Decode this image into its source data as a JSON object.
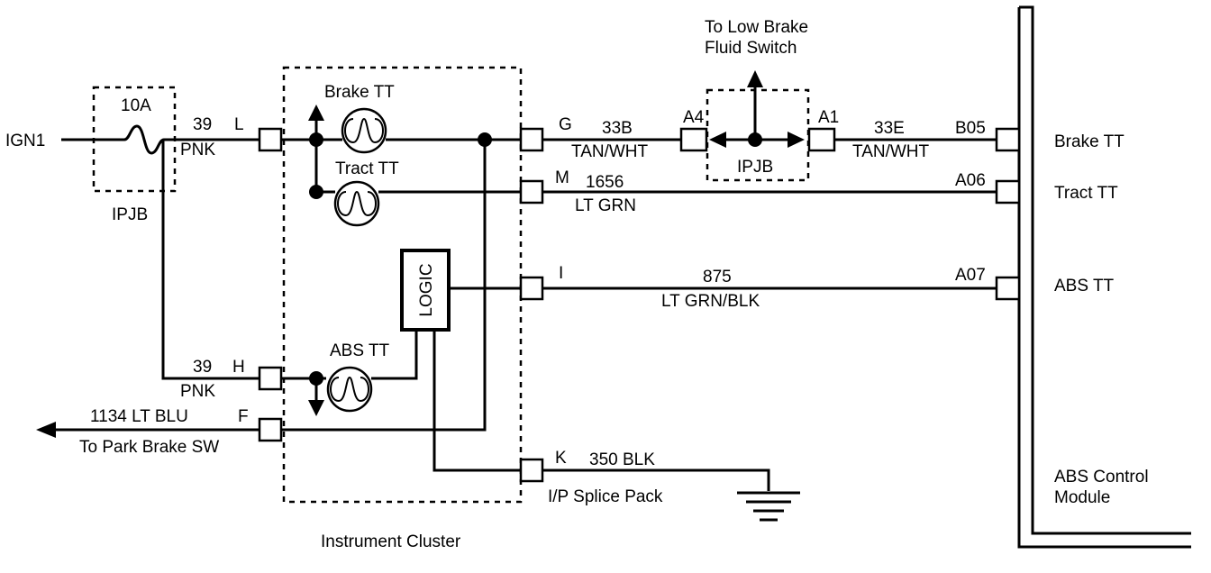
{
  "labels": {
    "ign1": "IGN1",
    "fuse": "10A",
    "ipjb_left": "IPJB",
    "wire_39_top": "39",
    "pnk_top": "PNK",
    "pin_l": "L",
    "brake_tt_lamp": "Brake TT",
    "tract_tt_lamp": "Tract TT",
    "logic": "LOGIC",
    "abs_tt_lamp": "ABS TT",
    "wire_39_bottom": "39",
    "pin_h": "H",
    "pnk_bottom": "PNK",
    "wire_1134": "1134 LT BLU",
    "pin_f": "F",
    "to_park_brake": "To Park Brake SW",
    "instrument_cluster": "Instrument Cluster",
    "pin_g": "G",
    "wire_33b": "33B",
    "tan_wht_left": "TAN/WHT",
    "pin_a4": "A4",
    "to_low_brake_1": "To Low Brake",
    "to_low_brake_2": "Fluid Switch",
    "ipjb_right": "IPJB",
    "pin_a1": "A1",
    "wire_33e": "33E",
    "tan_wht_right": "TAN/WHT",
    "pin_b05": "B05",
    "pin_m": "M",
    "wire_1656": "1656",
    "lt_grn": "LT GRN",
    "pin_a06": "A06",
    "pin_i": "I",
    "wire_875": "875",
    "lt_grn_blk": "LT GRN/BLK",
    "pin_a07": "A07",
    "pin_k": "K",
    "wire_350": "350 BLK",
    "ip_splice": "I/P Splice Pack",
    "module_brake_tt": "Brake TT",
    "module_tract_tt": "Tract TT",
    "module_abs_tt": "ABS TT",
    "module_name_1": "ABS Control",
    "module_name_2": "Module"
  }
}
